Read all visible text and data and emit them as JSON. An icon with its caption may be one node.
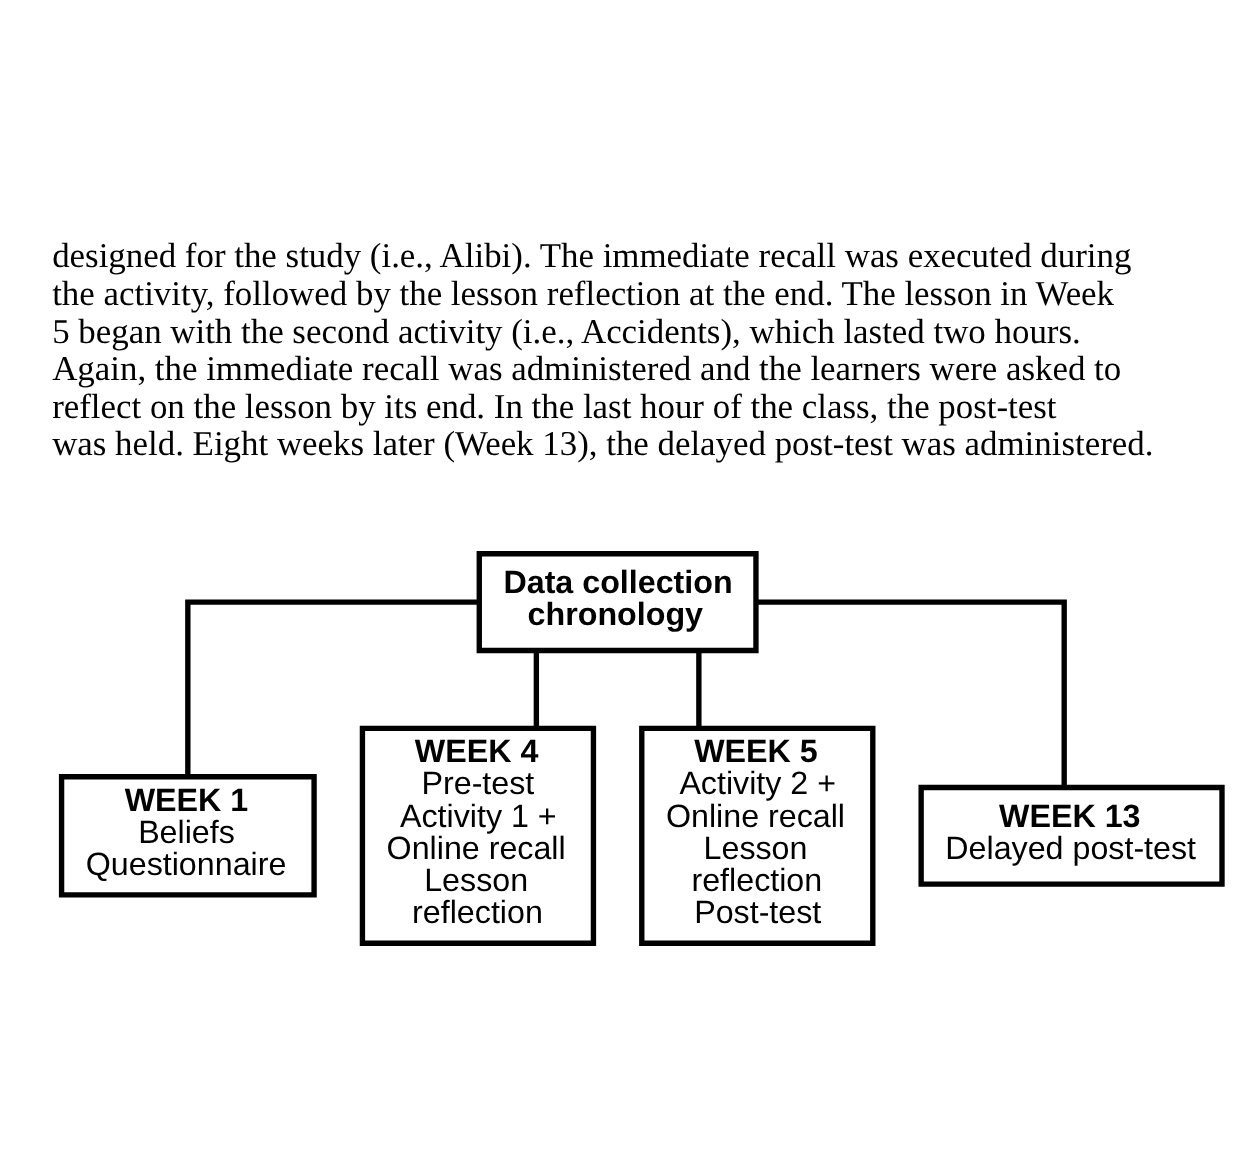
{
  "diagram": {
    "nodes": [
      {
        "text": [
          "Data collection chronology"
        ]
      },
      {
        "text": [
          "WEEK 1",
          "Beliefs Questionnaire"
        ]
      },
      {
        "text": [
          "WEEK 4",
          "Pre-test",
          "Activity 1 + Online recall",
          "Lesson reflection"
        ]
      },
      {
        "text": [
          "WEEK 5",
          "Activity 2 + Online recall",
          "Lesson reflection",
          "Post-test"
        ]
      },
      {
        "text": [
          "WEEK 13",
          "Delayed post-test"
        ]
      }
    ],
    "edges": [
      {
        "from": 0,
        "to": 1,
        "arrow": "none"
      },
      {
        "from": 0,
        "to": 2,
        "arrow": "none"
      },
      {
        "from": 0,
        "to": 3,
        "arrow": "none"
      },
      {
        "from": 0,
        "to": 4,
        "arrow": "none"
      }
    ],
    "labels": [
      "designed for the study (i.e., Alibi). The immediate recall was executed during the activity, followed by the lesson reflection at the end. The lesson in Week 5 began with the second activity (i.e., Accidents), which lasted two hours. Again, the immediate recall was administered and the learners were asked to reflect on the lesson by its end. In the last hour of the class, the post-test was held. Eight weeks later (Week 13), the delayed post-test was administered."
    ]
  }
}
